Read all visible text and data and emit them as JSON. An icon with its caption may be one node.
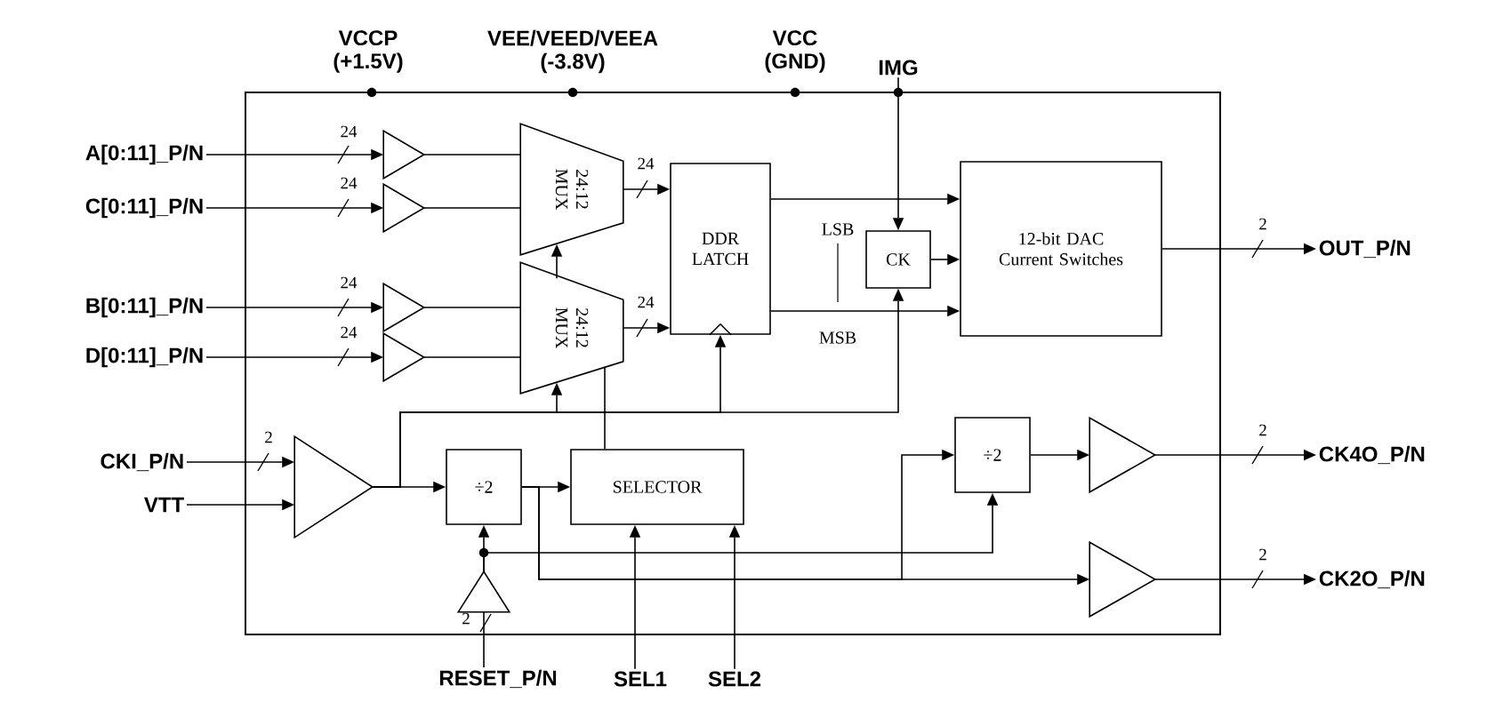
{
  "diagram": {
    "nodes": [
      {
        "text": [],
        "shape": "box"
      },
      {
        "text": [
          "IMG"
        ]
      },
      {
        "text": [
          "A[0:11]_P/N"
        ]
      },
      {
        "text": [
          "C[0:11]_P/N"
        ]
      },
      {
        "text": [
          "B[0:11]_P/N"
        ]
      },
      {
        "text": [
          "D[0:11]_P/N"
        ]
      },
      {
        "text": [],
        "shape": "triangle",
        "in": 0
      },
      {
        "text": [],
        "shape": "triangle",
        "in": 0
      },
      {
        "text": [],
        "shape": "triangle",
        "in": 0
      },
      {
        "text": [],
        "shape": "triangle",
        "in": 0
      },
      {
        "text": [
          "24:12 MUX"
        ],
        "in": 0
      },
      {
        "text": [
          "24:12 MUX"
        ],
        "in": 0
      },
      {
        "text": [
          "DDR LATCH"
        ],
        "in": 0
      },
      {
        "text": [
          "CK"
        ],
        "in": 0
      },
      {
        "text": [
          "12-bit DAC Current Switches"
        ],
        "in": 0
      },
      {
        "text": [
          "OUT_P/N"
        ]
      },
      {
        "text": [
          "CKI_P/N"
        ]
      },
      {
        "text": [
          "VTT"
        ]
      },
      {
        "text": [],
        "shape": "triangle",
        "in": 0
      },
      {
        "text": [
          "÷2"
        ],
        "in": 0
      },
      {
        "text": [
          "SELECTOR"
        ],
        "in": 0
      },
      {
        "text": [
          "÷2"
        ],
        "in": 0
      },
      {
        "text": [],
        "shape": "triangle",
        "in": 0
      },
      {
        "text": [],
        "shape": "triangle",
        "in": 0
      },
      {
        "text": [
          "CK4O_P/N"
        ]
      },
      {
        "text": [
          "CK2O_P/N"
        ]
      },
      {
        "text": [],
        "shape": "triangle",
        "in": 0
      },
      {
        "text": [
          "RESET_P/N"
        ]
      },
      {
        "text": [
          "SEL1"
        ]
      },
      {
        "text": [
          "SEL2"
        ]
      }
    ],
    "edges": [
      {
        "from": 1,
        "to": 13,
        "arrow": "to"
      },
      {
        "from": 2,
        "to": 6,
        "arrow": "to",
        "label": "24"
      },
      {
        "from": 3,
        "to": 7,
        "arrow": "to",
        "label": "24"
      },
      {
        "from": 4,
        "to": 8,
        "arrow": "to",
        "label": "24"
      },
      {
        "from": 5,
        "to": 9,
        "arrow": "to",
        "label": "24"
      },
      {
        "from": 6,
        "to": 10,
        "arrow": "none"
      },
      {
        "from": 7,
        "to": 10,
        "arrow": "none"
      },
      {
        "from": 8,
        "to": 11,
        "arrow": "none"
      },
      {
        "from": 9,
        "to": 11,
        "arrow": "none"
      },
      {
        "from": 10,
        "to": 12,
        "arrow": "to",
        "label": "24"
      },
      {
        "from": 11,
        "to": 12,
        "arrow": "to",
        "label": "24"
      },
      {
        "from": 12,
        "to": 14,
        "arrow": "to"
      },
      {
        "from": 12,
        "to": 14,
        "arrow": "to"
      },
      {
        "from": 13,
        "to": 14,
        "arrow": "to"
      },
      {
        "from": 14,
        "to": 15,
        "arrow": "to",
        "label": "2"
      },
      {
        "from": 16,
        "to": 18,
        "arrow": "to",
        "label": "2"
      },
      {
        "from": 17,
        "to": 18,
        "arrow": "to"
      },
      {
        "from": 18,
        "to": 19,
        "arrow": "to"
      },
      {
        "from": 18,
        "to": 11,
        "arrow": "to"
      },
      {
        "from": 18,
        "to": 12,
        "arrow": "to"
      },
      {
        "from": 18,
        "to": 13,
        "arrow": "to"
      },
      {
        "from": 19,
        "to": 20,
        "arrow": "to"
      },
      {
        "from": 19,
        "to": 23,
        "arrow": "to"
      },
      {
        "from": 19,
        "to": 21,
        "arrow": "to"
      },
      {
        "from": 20,
        "to": 11,
        "arrow": "none"
      },
      {
        "from": 11,
        "to": 10,
        "arrow": "to"
      },
      {
        "from": 27,
        "to": 26,
        "arrow": "none",
        "label": "2"
      },
      {
        "from": 26,
        "to": 19,
        "arrow": "to"
      },
      {
        "from": 26,
        "to": 21,
        "arrow": "to"
      },
      {
        "from": 28,
        "to": 20,
        "arrow": "to"
      },
      {
        "from": 29,
        "to": 20,
        "arrow": "to"
      },
      {
        "from": 21,
        "to": 22,
        "arrow": "to"
      },
      {
        "from": 22,
        "to": 24,
        "arrow": "to",
        "label": "2"
      },
      {
        "from": 23,
        "to": 25,
        "arrow": "to",
        "label": "2"
      }
    ],
    "labels": [
      "VCCP (+1.5V)",
      "VEE/VEED/VEEA (-3.8V)",
      "VCC (GND)",
      "LSB",
      "MSB"
    ]
  }
}
